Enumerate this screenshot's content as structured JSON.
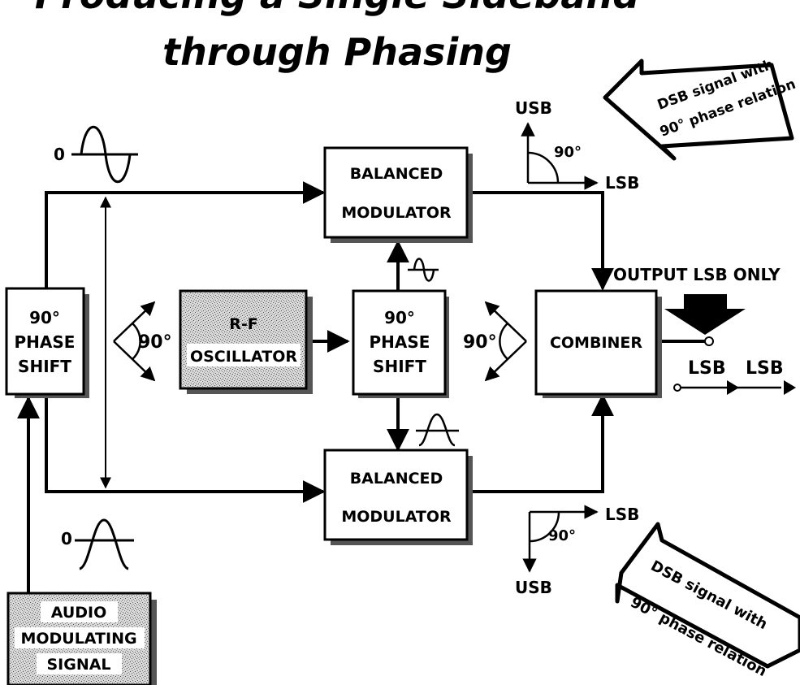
{
  "title": {
    "line1": "Producing a Single Sideband",
    "line2": "through Phasing"
  },
  "blocks": {
    "bm_top": [
      "BALANCED",
      "MODULATOR"
    ],
    "bm_bottom": [
      "BALANCED",
      "MODULATOR"
    ],
    "phase_left": [
      "90°",
      "PHASE",
      "SHIFT"
    ],
    "phase_mid": [
      "90°",
      "PHASE",
      "SHIFT"
    ],
    "rf_osc": [
      "R-F",
      "OSCILLATOR"
    ],
    "combiner": [
      "COMBINER"
    ],
    "audio": [
      "AUDIO",
      "MODULATING",
      "SIGNAL"
    ]
  },
  "labels": {
    "usb_top": "USB",
    "lsb_top": "LSB",
    "angle_top": "90°",
    "lsb_bottom": "LSB",
    "usb_bottom": "USB",
    "angle_bottom": "90°",
    "angle_left": "90°",
    "angle_right": "90°",
    "zero_top": "0",
    "zero_bottom": "0",
    "output": "OUTPUT LSB ONLY",
    "out_lsb_1": "LSB",
    "out_lsb_2": "LSB"
  },
  "callouts": {
    "top": [
      "DSB signal with",
      "90° phase relation"
    ],
    "bottom": [
      "DSB signal with",
      "90° phase relation"
    ]
  },
  "colors": {
    "ink": "#000000",
    "shadow": "#555555",
    "paper": "#ffffff"
  }
}
